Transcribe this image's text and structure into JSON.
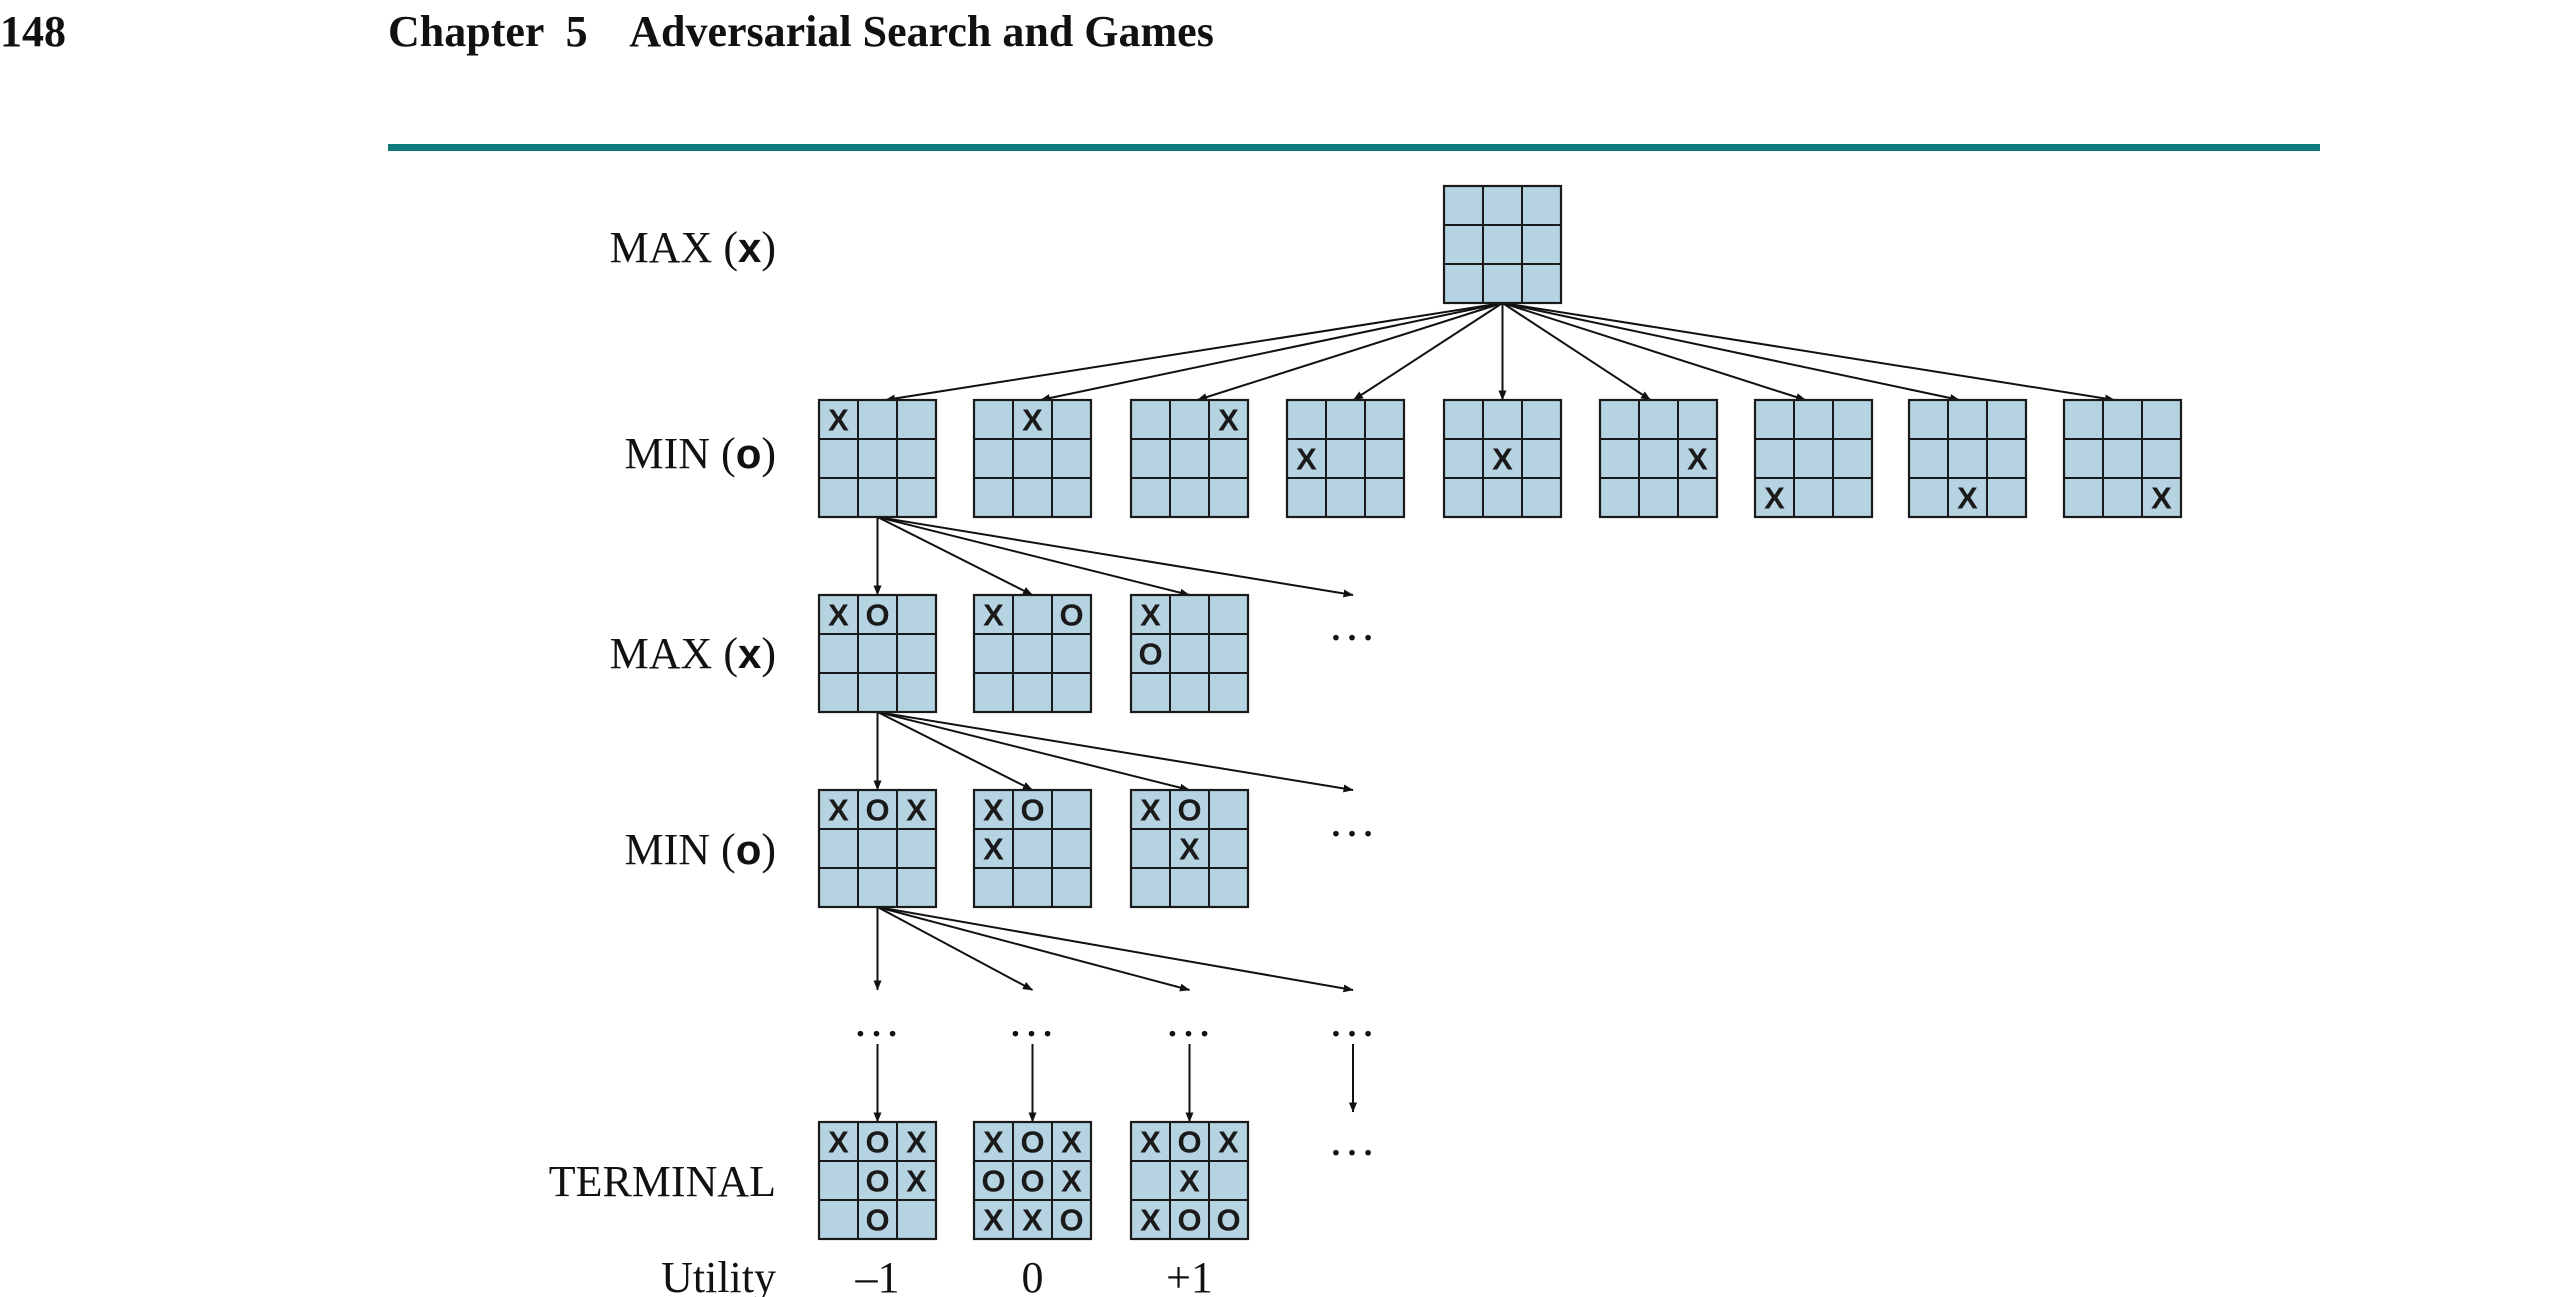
{
  "header": {
    "page_number": "148",
    "chapter_title": "Chapter  5    Adversarial Search and Games"
  },
  "colors": {
    "rule": "#127b7e",
    "cell_fill": "#b5d3e1",
    "grid_line": "#1a1a1a"
  },
  "levels": [
    {
      "name": "MAX",
      "symbol": "x"
    },
    {
      "name": "MIN",
      "symbol": "o"
    },
    {
      "name": "MAX",
      "symbol": "x"
    },
    {
      "name": "MIN",
      "symbol": "o"
    },
    {
      "name": "TERMINAL",
      "symbol": ""
    }
  ],
  "utility_label": "Utility",
  "ellipsis": "…",
  "boards": {
    "root": [
      "",
      "",
      "",
      "",
      "",
      "",
      "",
      "",
      ""
    ],
    "level1": [
      [
        "X",
        "",
        "",
        "",
        "",
        "",
        "",
        "",
        ""
      ],
      [
        "",
        "X",
        "",
        "",
        "",
        "",
        "",
        "",
        ""
      ],
      [
        "",
        "",
        "X",
        "",
        "",
        "",
        "",
        "",
        ""
      ],
      [
        "",
        "",
        "",
        "X",
        "",
        "",
        "",
        "",
        ""
      ],
      [
        "",
        "",
        "",
        "",
        "X",
        "",
        "",
        "",
        ""
      ],
      [
        "",
        "",
        "",
        "",
        "",
        "X",
        "",
        "",
        ""
      ],
      [
        "",
        "",
        "",
        "",
        "",
        "",
        "X",
        "",
        ""
      ],
      [
        "",
        "",
        "",
        "",
        "",
        "",
        "",
        "X",
        ""
      ],
      [
        "",
        "",
        "",
        "",
        "",
        "",
        "",
        "",
        "X"
      ]
    ],
    "level2": [
      [
        "X",
        "O",
        "",
        "",
        "",
        "",
        "",
        "",
        ""
      ],
      [
        "X",
        "",
        "O",
        "",
        "",
        "",
        "",
        "",
        ""
      ],
      [
        "X",
        "",
        "",
        "O",
        "",
        "",
        "",
        "",
        ""
      ]
    ],
    "level3": [
      [
        "X",
        "O",
        "X",
        "",
        "",
        "",
        "",
        "",
        ""
      ],
      [
        "X",
        "O",
        "",
        "X",
        "",
        "",
        "",
        "",
        ""
      ],
      [
        "X",
        "O",
        "",
        "",
        "X",
        "",
        "",
        "",
        ""
      ]
    ],
    "terminal": [
      [
        "X",
        "O",
        "X",
        "",
        "O",
        "X",
        "",
        "O",
        ""
      ],
      [
        "X",
        "O",
        "X",
        "O",
        "O",
        "X",
        "X",
        "X",
        "O"
      ],
      [
        "X",
        "O",
        "X",
        "",
        "X",
        "",
        "X",
        "O",
        "O"
      ]
    ]
  },
  "utilities": [
    "–1",
    "0",
    "+1"
  ]
}
